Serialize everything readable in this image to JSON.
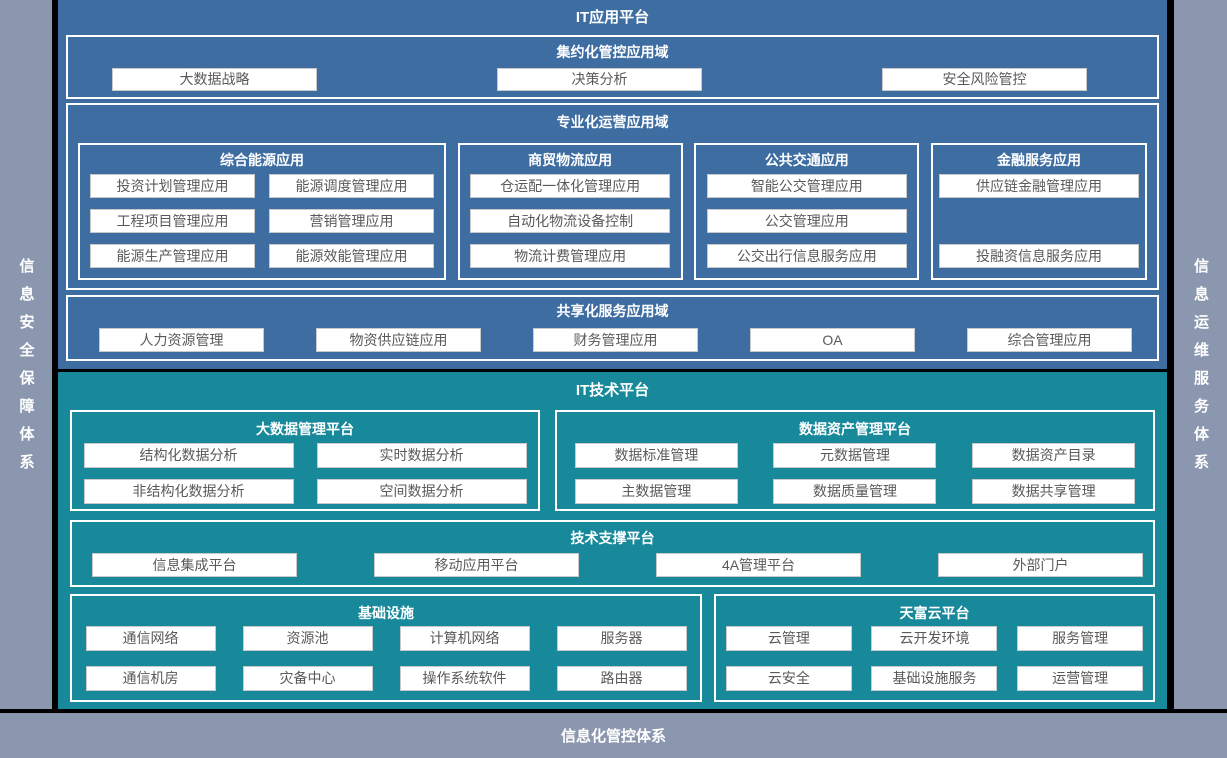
{
  "colors": {
    "app_platform_bg": "#3E6DA2",
    "tech_platform_bg": "#17899A",
    "frame_bg": "#8A97AE",
    "box_fill": "#FFFFFF",
    "item_text": "#595959"
  },
  "frame": {
    "left_label": "信息安全保障体系",
    "right_label": "信息运维服务体系",
    "bottom_label": "信息化管控体系"
  },
  "app": {
    "title": "IT应用平台",
    "d0": {
      "title": "集约化管控应用域",
      "items": [
        "大数据战略",
        "决策分析",
        "安全风险管控"
      ]
    },
    "d1": {
      "title": "专业化运营应用域",
      "groups": [
        {
          "title": "综合能源应用",
          "items": [
            "投资计划管理应用",
            "能源调度管理应用",
            "工程项目管理应用",
            "营销管理应用",
            "能源生产管理应用",
            "能源效能管理应用"
          ]
        },
        {
          "title": "商贸物流应用",
          "items": [
            "仓运配一体化管理应用",
            "自动化物流设备控制",
            "物流计费管理应用"
          ]
        },
        {
          "title": "公共交通应用",
          "items": [
            "智能公交管理应用",
            "公交管理应用",
            "公交出行信息服务应用"
          ]
        },
        {
          "title": "金融服务应用",
          "items": [
            "供应链金融管理应用",
            "投融资信息服务应用"
          ]
        }
      ]
    },
    "d2": {
      "title": "共享化服务应用域",
      "items": [
        "人力资源管理",
        "物资供应链应用",
        "财务管理应用",
        "OA",
        "综合管理应用"
      ]
    }
  },
  "tech": {
    "title": "IT技术平台",
    "bigdata": {
      "title": "大数据管理平台",
      "items": [
        "结构化数据分析",
        "实时数据分析",
        "非结构化数据分析",
        "空间数据分析"
      ]
    },
    "asset": {
      "title": "数据资产管理平台",
      "items": [
        "数据标准管理",
        "元数据管理",
        "数据资产目录",
        "主数据管理",
        "数据质量管理",
        "数据共享管理"
      ]
    },
    "support": {
      "title": "技术支撑平台",
      "items": [
        "信息集成平台",
        "移动应用平台",
        "4A管理平台",
        "外部门户"
      ]
    },
    "infra": {
      "title": "基础设施",
      "items": [
        "通信网络",
        "资源池",
        "计算机网络",
        "服务器",
        "通信机房",
        "灾备中心",
        "操作系统软件",
        "路由器"
      ]
    },
    "cloud": {
      "title": "天富云平台",
      "items": [
        "云管理",
        "云开发环境",
        "服务管理",
        "云安全",
        "基础设施服务",
        "运营管理"
      ]
    }
  }
}
